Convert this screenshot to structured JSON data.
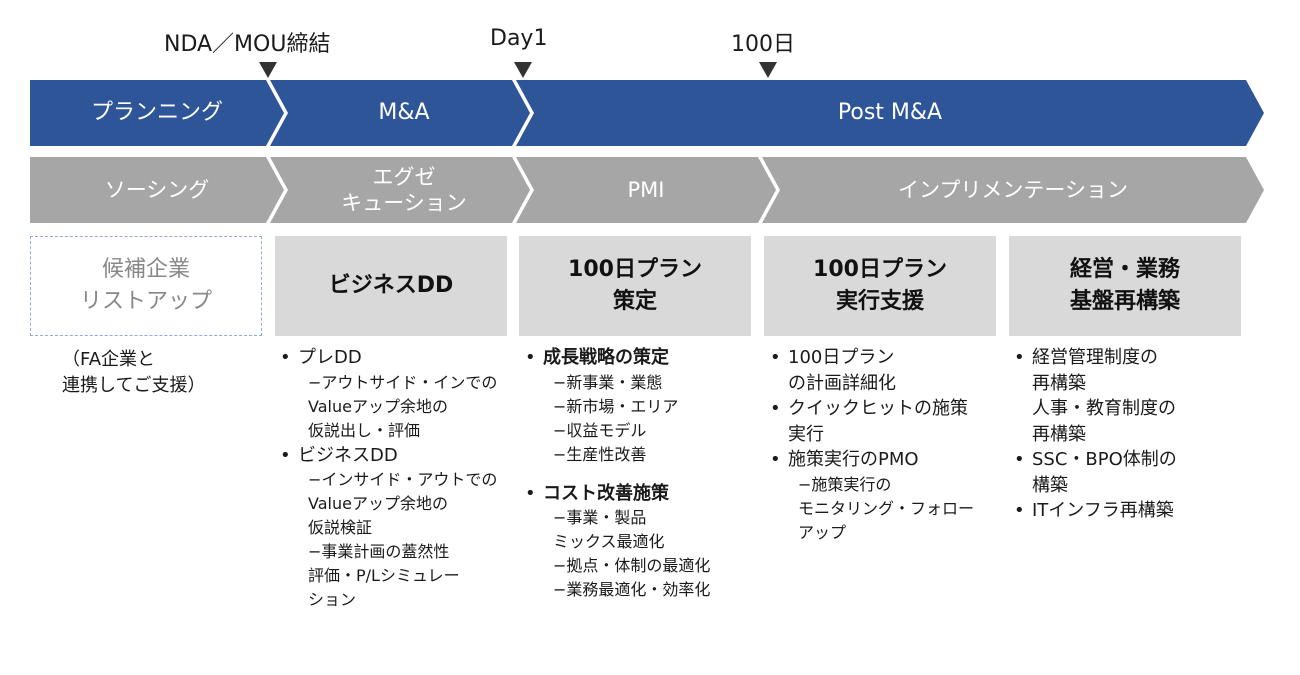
{
  "milestones": [
    {
      "label": "NDA／MOU締結"
    },
    {
      "label": "Day1"
    },
    {
      "label": "100日"
    }
  ],
  "phases": [
    "プランニング",
    "M&A",
    "Post M&A"
  ],
  "activities": [
    "ソーシング",
    "エグゼ\nキューション",
    "PMI",
    "インプリメンテーション"
  ],
  "boxes": [
    {
      "label": "候補企業\nリストアップ"
    },
    {
      "label": "ビジネスDD"
    },
    {
      "label": "100日プラン\n策定"
    },
    {
      "label": "100日プラン\n実行支援"
    },
    {
      "label": "経営・業務\n基盤再構築"
    }
  ],
  "note": "（FA企業と\n連携してご支援）",
  "details": {
    "business_dd": {
      "b1": "プレDD",
      "b1_sub": "−アウトサイド・インでの\nValueアップ余地の\n仮説出し・評価",
      "b2": "ビジネスDD",
      "b2_sub1": "−インサイド・アウトでの\nValueアップ余地の\n仮説検証",
      "b2_sub2": "−事業計画の蓋然性\n評価・P/Lシミュレー\nション"
    },
    "plan": {
      "b1": "成長戦略の策定",
      "b1_subs": [
        "−新事業・業態",
        "−新市場・エリア",
        "−収益モデル",
        "−生産性改善"
      ],
      "b2": "コスト改善施策",
      "b2_subs": [
        "−事業・製品\nミックス最適化",
        "−拠点・体制の最適化",
        "−業務最適化・効率化"
      ]
    },
    "execution": {
      "b1": "100日プラン\nの計画詳細化",
      "b2": "クイックヒットの施策\n実行",
      "b3": "施策実行のPMO",
      "b3_sub": "−施策実行の\nモニタリング・フォロー\nアップ"
    },
    "rebuild": {
      "b1": "経営管理制度の\n再構築\n人事・教育制度の\n再構築",
      "b2": "SSC・BPO体制の\n構築",
      "b3": "ITインフラ再構築"
    }
  },
  "colors": {
    "phase": "#2e5597",
    "activity": "#a6a6a6",
    "box": "#d9d9d9"
  }
}
